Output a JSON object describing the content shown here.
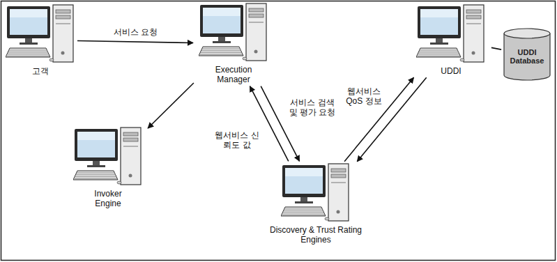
{
  "diagram": {
    "nodes": [
      {
        "text": [
          "고객"
        ]
      },
      {
        "text": [
          "Execution Manager"
        ]
      },
      {
        "text": [
          "Invoker Engine"
        ]
      },
      {
        "text": [
          "Discovery & Trust Rating Engines"
        ]
      },
      {
        "text": [
          "UDDI"
        ]
      },
      {
        "text": [
          "UDDI Database"
        ]
      }
    ],
    "edges": [
      {
        "from": 0,
        "to": 1,
        "arrow": "to",
        "label": "서비스 요청"
      },
      {
        "from": 1,
        "to": 2,
        "arrow": "to"
      },
      {
        "from": 1,
        "to": 3,
        "arrow": "to",
        "label": "서비스 검색 및 평가 요청"
      },
      {
        "from": 3,
        "to": 1,
        "arrow": "to",
        "label": "웹서비스 신뢰도 값"
      },
      {
        "from": 4,
        "to": 3,
        "arrow": "to",
        "label": "웹서비스 QoS 정보"
      },
      {
        "from": 3,
        "to": 4,
        "arrow": "to"
      },
      {
        "from": 4,
        "to": 5,
        "arrow": "none"
      }
    ]
  }
}
